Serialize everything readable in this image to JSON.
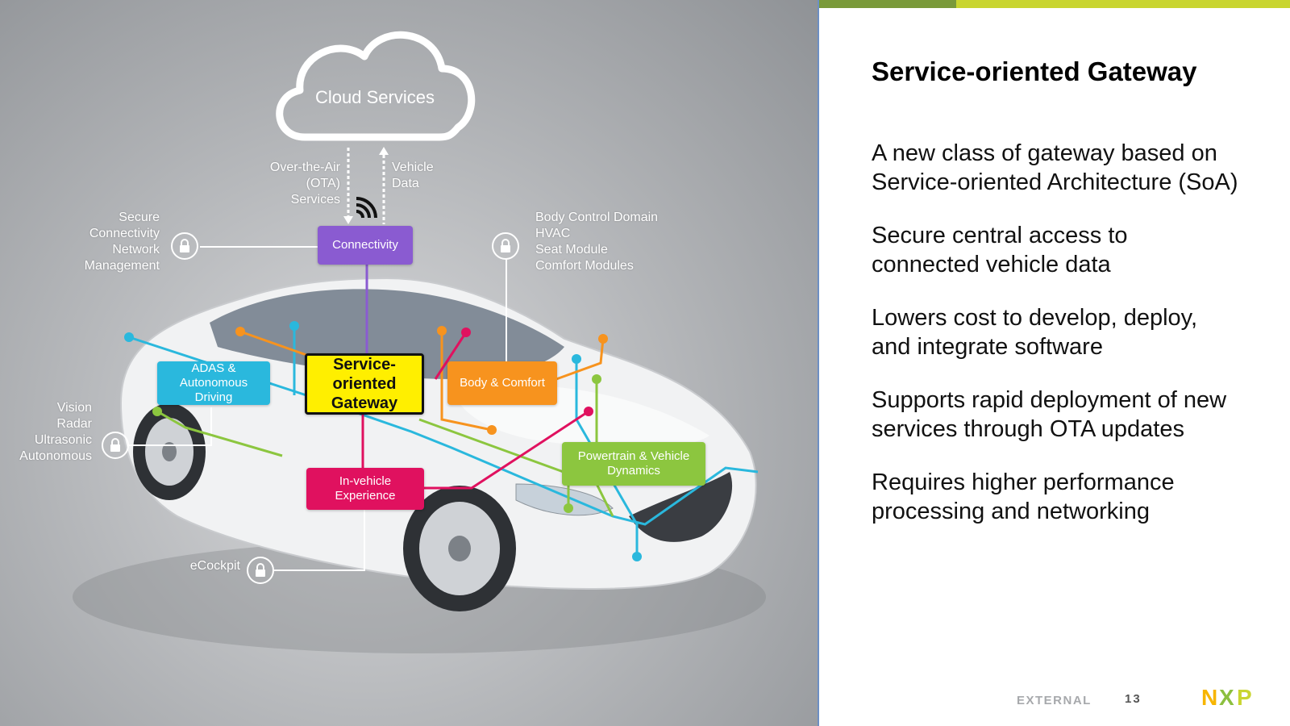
{
  "colors": {
    "connectivity": "#8a5bd1",
    "gateway": "#ffef00",
    "adas": "#2ab8dd",
    "body_comfort": "#f7931e",
    "powertrain": "#8cc63f",
    "invehicle": "#e0115f",
    "accent_dark": "#7a9a3a",
    "accent_light": "#c9d530"
  },
  "diagram": {
    "cloud": "Cloud Services",
    "ota": [
      "Over-the-Air",
      "(OTA)",
      "Services"
    ],
    "vehicle_data": [
      "Vehicle",
      "Data"
    ],
    "secure_connectivity": [
      "Secure",
      "Connectivity",
      "Network",
      "Management"
    ],
    "body_control": [
      "Body Control Domain",
      "HVAC",
      "Seat Module",
      "Comfort Modules"
    ],
    "sensors": [
      "Vision",
      "Radar",
      "Ultrasonic",
      "Autonomous"
    ],
    "ecockpit": "eCockpit",
    "nodes": {
      "connectivity": "Connectivity",
      "gateway": [
        "Service-",
        "oriented",
        "Gateway"
      ],
      "adas": [
        "ADAS &",
        "Autonomous",
        "Driving"
      ],
      "body_comfort": "Body & Comfort",
      "powertrain": [
        "Powertrain & Vehicle",
        "Dynamics"
      ],
      "invehicle": [
        "In-vehicle",
        "Experience"
      ]
    }
  },
  "slide": {
    "title": "Service-oriented Gateway",
    "bullets": [
      [
        "A new class of gateway based on",
        "Service-oriented Architecture (SoA)"
      ],
      [
        "Secure central access to",
        "connected vehicle data"
      ],
      [
        "Lowers cost to develop, deploy,",
        "and integrate software"
      ],
      [
        "Supports rapid deployment of new",
        "services through OTA updates"
      ],
      [
        "Requires higher performance",
        "processing and networking"
      ]
    ]
  },
  "footer": {
    "tag": "EXTERNAL",
    "page": "13",
    "logo": "NXP"
  }
}
